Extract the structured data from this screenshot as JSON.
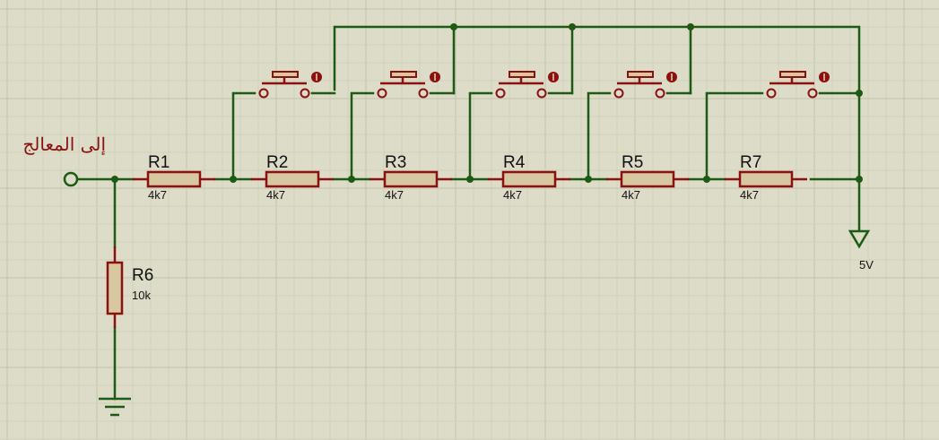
{
  "colors": {
    "background": "#dcdcc8",
    "grid_minor": "#cfcfba",
    "grid_major": "#c2c2ad",
    "wire": "#1f5a14",
    "component": "#8b1010",
    "resistor_fill": "#d8c8a0",
    "label_text": "#111111",
    "arabic_text": "#8b1010"
  },
  "input_label": "إلى المعالج",
  "supply_label": "5V",
  "resistors": [
    {
      "name": "R1",
      "value": "4k7"
    },
    {
      "name": "R2",
      "value": "4k7"
    },
    {
      "name": "R3",
      "value": "4k7"
    },
    {
      "name": "R4",
      "value": "4k7"
    },
    {
      "name": "R5",
      "value": "4k7"
    },
    {
      "name": "R7",
      "value": "4k7"
    }
  ],
  "pulldown": {
    "name": "R6",
    "value": "10k"
  }
}
